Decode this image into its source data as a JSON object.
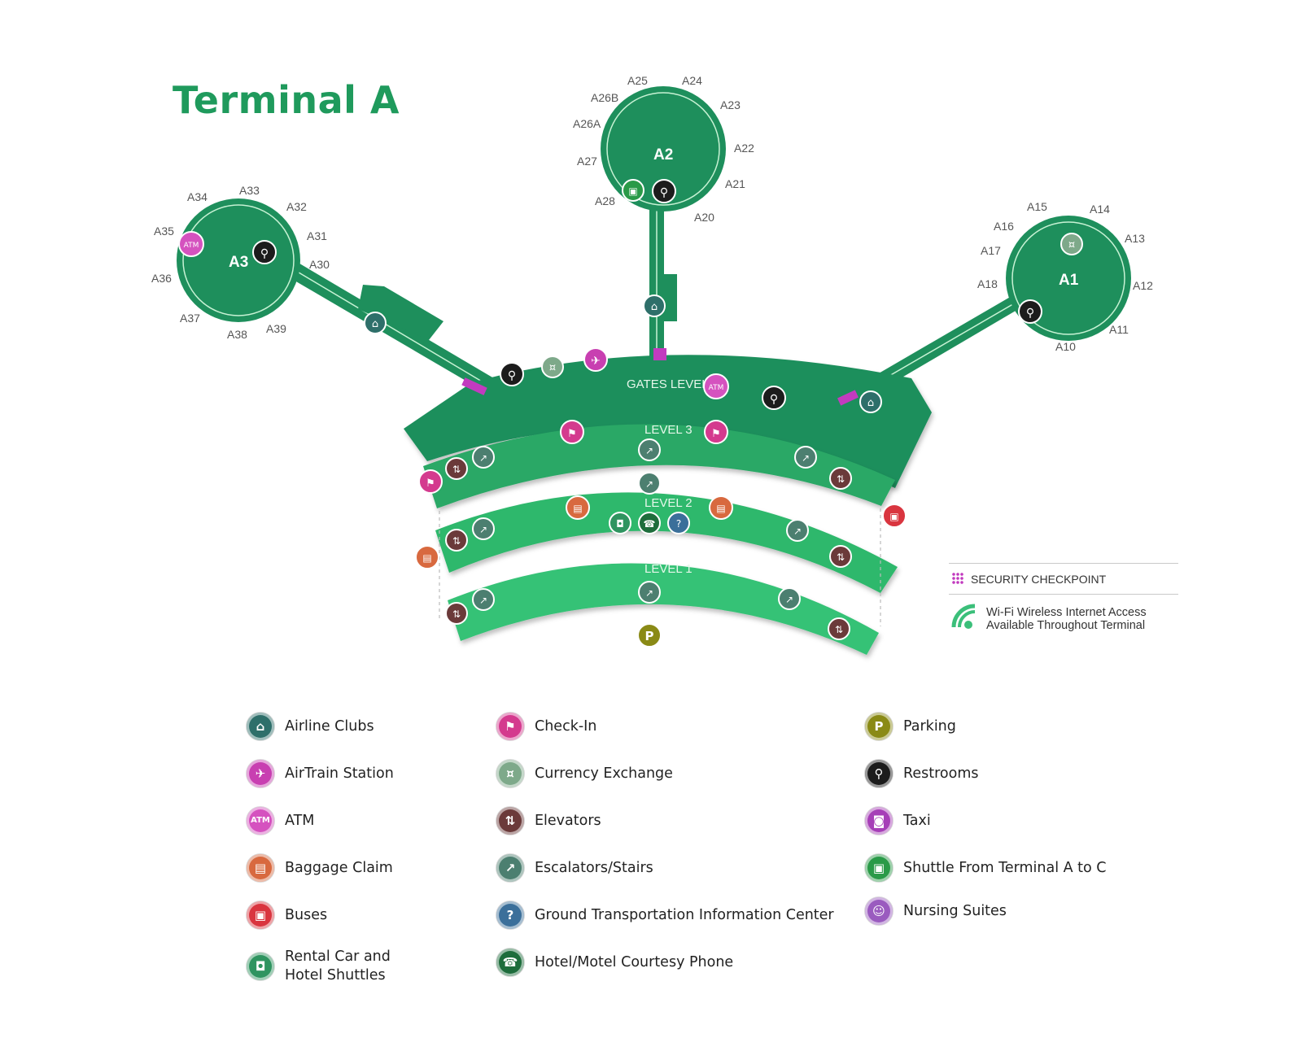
{
  "title": "Terminal A",
  "colors": {
    "brand_green": "#1f9a5c",
    "terminal_dark": "#1e8f5c",
    "terminal_light": "#2fb86c",
    "security": "#c23bbf"
  },
  "concourses": [
    {
      "id": "A3",
      "label": "A3",
      "gates": [
        "A34",
        "A33",
        "A32",
        "A31",
        "A30",
        "A35",
        "A36",
        "A37",
        "A38",
        "A39"
      ]
    },
    {
      "id": "A2",
      "label": "A2",
      "gates": [
        "A25",
        "A24",
        "A26B",
        "A23",
        "A26A",
        "A22",
        "A27",
        "A21",
        "A28",
        "A20"
      ]
    },
    {
      "id": "A1",
      "label": "A1",
      "gates": [
        "A15",
        "A14",
        "A16",
        "A13",
        "A17",
        "A18",
        "A12",
        "A11",
        "A10"
      ]
    }
  ],
  "levels": {
    "gates": "GATES LEVEL",
    "level3": "LEVEL 3",
    "level2": "LEVEL 2",
    "level1": "LEVEL 1"
  },
  "map_icons": {
    "atm": "ATM",
    "parking": "P"
  },
  "notes": {
    "security": "SECURITY CHECKPOINT",
    "wifi_line1": "Wi-Fi Wireless Internet Access",
    "wifi_line2": "Available Throughout Terminal"
  },
  "legend": {
    "col1": [
      {
        "icon": "airline-clubs-icon",
        "color": "#2e6f6a",
        "glyph": "⌂",
        "label": "Airline Clubs"
      },
      {
        "icon": "airtrain-icon",
        "color": "#c83fb1",
        "glyph": "✈",
        "label": "AirTrain Station"
      },
      {
        "icon": "atm-icon",
        "color": "#d552bf",
        "glyph": "ATM",
        "label": "ATM"
      },
      {
        "icon": "baggage-claim-icon",
        "color": "#d8693f",
        "glyph": "▤",
        "label": "Baggage Claim"
      },
      {
        "icon": "bus-icon",
        "color": "#d9353f",
        "glyph": "▣",
        "label": "Buses"
      },
      {
        "icon": "rental-car-icon",
        "color": "#2f9460",
        "glyph": "◘",
        "label1": "Rental Car and",
        "label2": "Hotel Shuttles"
      }
    ],
    "col2": [
      {
        "icon": "check-in-icon",
        "color": "#d43a8e",
        "glyph": "⚑",
        "label": "Check-In"
      },
      {
        "icon": "currency-exchange-icon",
        "color": "#7ea98a",
        "glyph": "¤",
        "label": "Currency Exchange"
      },
      {
        "icon": "elevator-icon",
        "color": "#6b3a3a",
        "glyph": "⇅",
        "label": "Elevators"
      },
      {
        "icon": "escalator-icon",
        "color": "#4c7f70",
        "glyph": "↗",
        "label": "Escalators/Stairs"
      },
      {
        "icon": "ground-transport-icon",
        "color": "#3b6f9a",
        "glyph": "?",
        "label": "Ground Transportation Information Center"
      },
      {
        "icon": "hotel-phone-icon",
        "color": "#1e6d3c",
        "glyph": "☎",
        "label": "Hotel/Motel Courtesy Phone"
      }
    ],
    "col3": [
      {
        "icon": "parking-icon",
        "color": "#8a8a16",
        "glyph": "P",
        "label": "Parking"
      },
      {
        "icon": "restrooms-icon",
        "color": "#1c1c1c",
        "glyph": "⚲",
        "label": "Restrooms"
      },
      {
        "icon": "taxi-icon",
        "color": "#a63fb7",
        "glyph": "◙",
        "label": "Taxi"
      },
      {
        "icon": "shuttle-icon",
        "color": "#2a9a48",
        "glyph": "▣",
        "label": "Shuttle From Terminal A to C"
      },
      {
        "icon": "nursing-suite-icon",
        "color": "#9a5bbf",
        "glyph": "☺",
        "label": "Nursing Suites"
      }
    ]
  }
}
